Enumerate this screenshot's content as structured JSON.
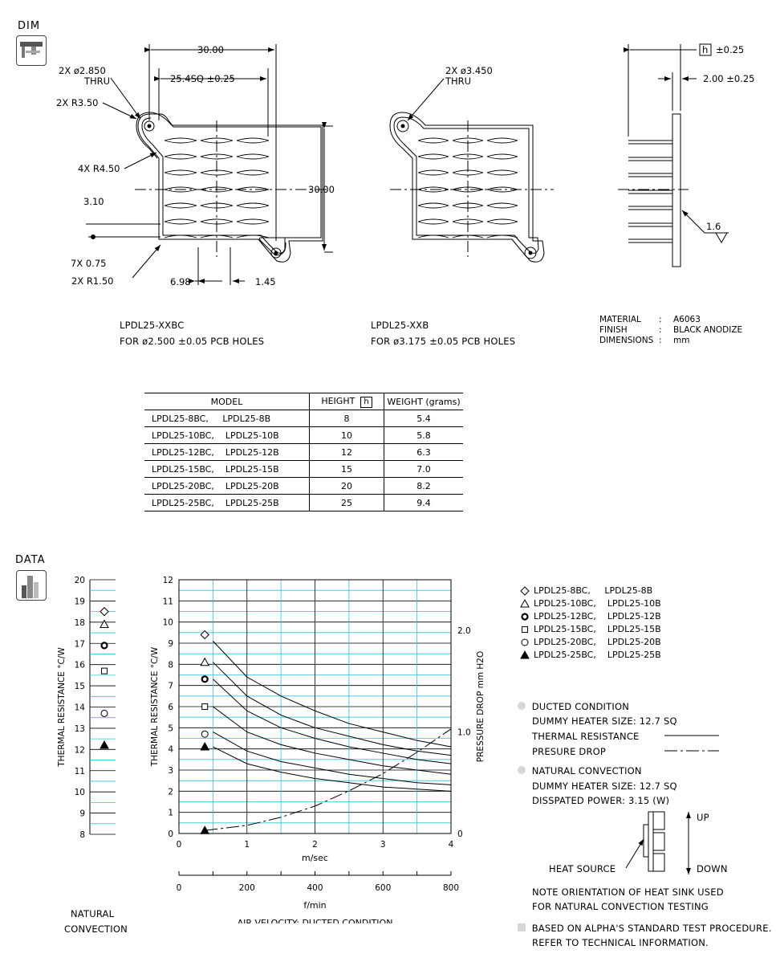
{
  "sections": {
    "dim_title": "DIM",
    "data_title": "DATA"
  },
  "icons": {
    "dim_icon": "caliper-icon",
    "data_icon": "bar-chart-icon"
  },
  "drawing": {
    "left": {
      "overall_width": "30.00",
      "inner_width": "25.4SQ ±0.25",
      "hole_line1": "2X ø2.850",
      "hole_line2": "THRU",
      "r350": "2X R3.50",
      "r450": "4X R4.50",
      "d310": "3.10",
      "d075": "7X 0.75",
      "r150": "2X R1.50",
      "d698": "6.98",
      "d145": "1.45",
      "height": "30.00",
      "model": "LPDL25-XXBC",
      "note": "FOR ø2.500 ±0.05 PCB HOLES"
    },
    "middle": {
      "hole_line1": "2X ø3.450",
      "hole_line2": "THRU",
      "model": "LPDL25-XXB",
      "note": "FOR ø3.175 ±0.05 PCB HOLES"
    },
    "side": {
      "h_tol": "±0.25",
      "base": "2.00 ±0.25",
      "finish_mark": "1.6",
      "h_symbol": "h"
    },
    "material": {
      "labels": [
        "MATERIAL",
        "FINISH",
        "DIMENSIONS"
      ],
      "colons": [
        ":",
        ":",
        ":"
      ],
      "values": [
        "A6063",
        "BLACK ANODIZE",
        "mm"
      ]
    }
  },
  "table": {
    "headers": [
      "MODEL",
      "HEIGHT",
      "WEIGHT  (grams)"
    ],
    "height_symbol": "h",
    "rows": [
      {
        "model": "LPDL25-8BC,     LPDL25-8B",
        "height": "8",
        "weight": "5.4"
      },
      {
        "model": "LPDL25-10BC,    LPDL25-10B",
        "height": "10",
        "weight": "5.8"
      },
      {
        "model": "LPDL25-12BC,    LPDL25-12B",
        "height": "12",
        "weight": "6.3"
      },
      {
        "model": "LPDL25-15BC,    LPDL25-15B",
        "height": "15",
        "weight": "7.0"
      },
      {
        "model": "LPDL25-20BC,    LPDL25-20B",
        "height": "20",
        "weight": "8.2"
      },
      {
        "model": "LPDL25-25BC,    LPDL25-25B",
        "height": "25",
        "weight": "9.4"
      }
    ]
  },
  "chart_data": [
    {
      "type": "scatter",
      "ylabel": "THERMAL  RESISTANCE   °C/W",
      "ylim": [
        8,
        20
      ],
      "yticks": [
        "8",
        "9",
        "10",
        "11",
        "12",
        "13",
        "14",
        "15",
        "16",
        "17",
        "18",
        "19",
        "20"
      ],
      "caption_line1": "NATURAL",
      "caption_line2": "CONVECTION",
      "series": [
        {
          "name": "LPDL25-8BC,     LPDL25-8B",
          "marker": "diamond",
          "values": [
            18.5
          ]
        },
        {
          "name": "LPDL25-10BC,    LPDL25-10B",
          "marker": "triangle",
          "values": [
            17.9
          ]
        },
        {
          "name": "LPDL25-12BC,    LPDL25-12B",
          "marker": "ring-bold",
          "values": [
            16.9
          ]
        },
        {
          "name": "LPDL25-15BC,    LPDL25-15B",
          "marker": "square",
          "values": [
            15.7
          ]
        },
        {
          "name": "LPDL25-20BC,    LPDL25-20B",
          "marker": "circle",
          "values": [
            13.7
          ]
        },
        {
          "name": "LPDL25-25BC,    LPDL25-25B",
          "marker": "triangle-filled",
          "values": [
            12.2
          ]
        }
      ]
    },
    {
      "type": "line",
      "ylabel": "THERMAL  RESISTANCE   °C/W",
      "y2label": "PRESSURE  DROP     mm H2O",
      "xlabel": "m/sec",
      "x2label": "f/min",
      "caption": "AIR VELOCITY:   DUCTED CONDITION",
      "xlim": [
        0,
        4
      ],
      "ylim": [
        0,
        12
      ],
      "y2lim": [
        0,
        2.5
      ],
      "xticks": [
        "0",
        "1",
        "2",
        "3",
        "4"
      ],
      "yticks": [
        "0",
        "1",
        "2",
        "3",
        "4",
        "5",
        "6",
        "7",
        "8",
        "9",
        "10",
        "11",
        "12"
      ],
      "y2ticks": [
        "0",
        "1.0",
        "2.0"
      ],
      "x2lim": [
        0,
        800
      ],
      "x2ticks": [
        "0",
        "200",
        "400",
        "600",
        "800"
      ],
      "grid": true,
      "markers": [
        {
          "series": 0,
          "marker": "diamond",
          "x": 0.38,
          "y": 9.4
        },
        {
          "series": 1,
          "marker": "triangle",
          "x": 0.38,
          "y": 8.1
        },
        {
          "series": 2,
          "marker": "ring-bold",
          "x": 0.38,
          "y": 7.3
        },
        {
          "series": 3,
          "marker": "square",
          "x": 0.38,
          "y": 6.0
        },
        {
          "series": 4,
          "marker": "circle",
          "x": 0.38,
          "y": 4.7
        },
        {
          "series": 5,
          "marker": "triangle-filled",
          "x": 0.38,
          "y": 4.1
        }
      ],
      "series": [
        {
          "x": [
            0.5,
            1.0,
            1.5,
            2.0,
            2.5,
            3.0,
            3.5,
            4.0
          ],
          "y": [
            9.1,
            7.4,
            6.5,
            5.8,
            5.2,
            4.8,
            4.4,
            4.1
          ]
        },
        {
          "x": [
            0.5,
            1.0,
            1.5,
            2.0,
            2.5,
            3.0,
            3.5,
            4.0
          ],
          "y": [
            8.1,
            6.5,
            5.6,
            5.0,
            4.6,
            4.2,
            3.9,
            3.7
          ]
        },
        {
          "x": [
            0.5,
            1.0,
            1.5,
            2.0,
            2.5,
            3.0,
            3.5,
            4.0
          ],
          "y": [
            7.3,
            5.8,
            5.0,
            4.5,
            4.1,
            3.8,
            3.5,
            3.3
          ]
        },
        {
          "x": [
            0.5,
            1.0,
            1.5,
            2.0,
            2.5,
            3.0,
            3.5,
            4.0
          ],
          "y": [
            6.0,
            4.8,
            4.2,
            3.8,
            3.5,
            3.2,
            3.0,
            2.8
          ]
        },
        {
          "x": [
            0.5,
            1.0,
            1.5,
            2.0,
            2.5,
            3.0,
            3.5,
            4.0
          ],
          "y": [
            4.8,
            3.9,
            3.4,
            3.1,
            2.8,
            2.6,
            2.4,
            2.3
          ]
        },
        {
          "x": [
            0.5,
            1.0,
            1.5,
            2.0,
            2.5,
            3.0,
            3.5,
            4.0
          ],
          "y": [
            4.1,
            3.3,
            2.9,
            2.6,
            2.4,
            2.2,
            2.1,
            2.0
          ]
        }
      ],
      "pressure_drop": {
        "x": [
          0.38,
          1.0,
          1.5,
          2.0,
          2.5,
          3.0,
          3.5,
          4.0
        ],
        "y": [
          0.03,
          0.08,
          0.16,
          0.27,
          0.42,
          0.59,
          0.8,
          1.03
        ]
      }
    }
  ],
  "legend": {
    "entries": [
      {
        "marker": "diamond",
        "label": "LPDL25-8BC,     LPDL25-8B"
      },
      {
        "marker": "triangle",
        "label": "LPDL25-10BC,    LPDL25-10B"
      },
      {
        "marker": "ring-bold",
        "label": "LPDL25-12BC,    LPDL25-12B"
      },
      {
        "marker": "square",
        "label": "LPDL25-15BC,    LPDL25-15B"
      },
      {
        "marker": "circle",
        "label": "LPDL25-20BC,    LPDL25-20B"
      },
      {
        "marker": "triangle-filled",
        "label": "LPDL25-25BC,    LPDL25-25B"
      }
    ]
  },
  "notes": {
    "ducted_title": "DUCTED CONDITION",
    "ducted_heater": "DUMMY HEATER SIZE: 12.7 SQ",
    "thermal_resistance": "THERMAL RESISTANCE",
    "pressure_drop": "PRESURE DROP",
    "natural_title": "NATURAL CONVECTION",
    "natural_heater": "DUMMY HEATER SIZE: 12.7 SQ",
    "natural_power": "DISSPATED POWER:  3.15 (W)",
    "up": "UP",
    "down": "DOWN",
    "heat_source": "HEAT SOURCE",
    "orientation1": "NOTE ORIENTATION OF HEAT SINK USED",
    "orientation2": "FOR NATURAL CONVECTION TESTING",
    "standard1": "BASED ON ALPHA'S STANDARD TEST PROCEDURE.",
    "standard2": "REFER TO TECHNICAL INFORMATION."
  },
  "colors": {
    "grid": "#2ec4d6",
    "line": "#000000",
    "marker_gray": "#d6d6d6"
  }
}
